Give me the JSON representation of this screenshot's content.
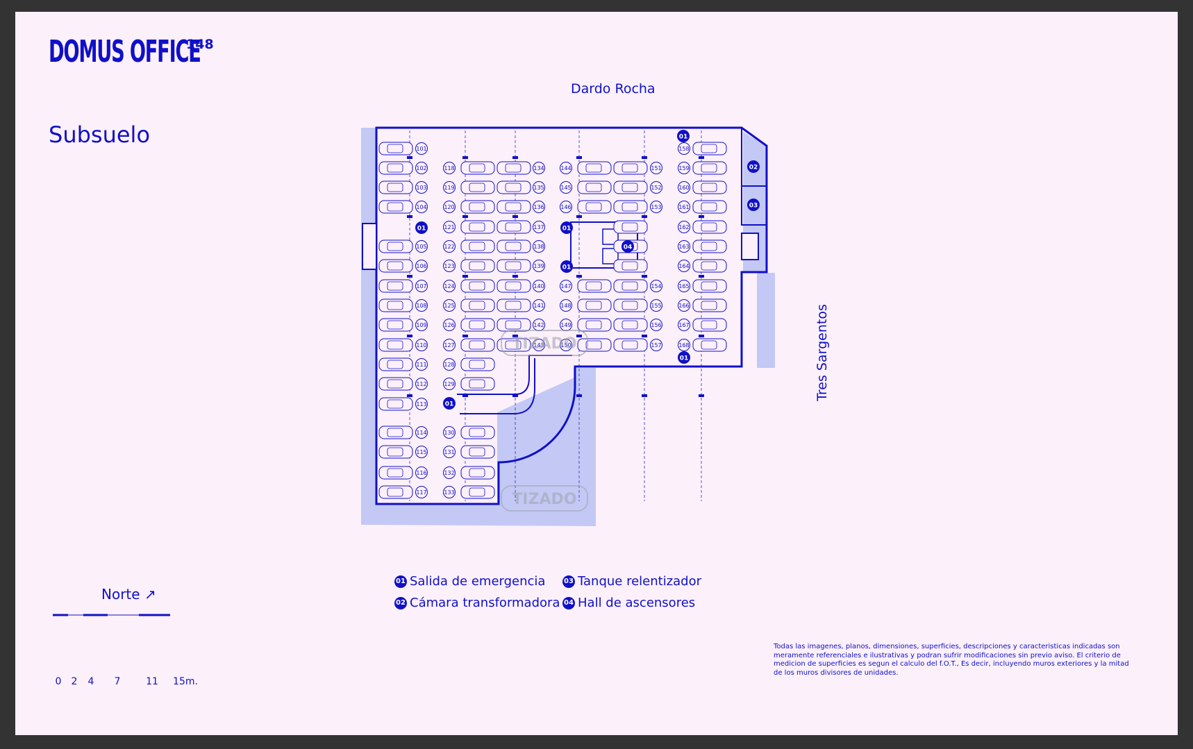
{
  "brand": {
    "name": "DOMUS OFFICE",
    "number": "148"
  },
  "level_title": "Subsuelo",
  "streets": {
    "top": "Dardo Rocha",
    "right": "Tres Sargentos"
  },
  "watermark": "TIZADO",
  "colors": {
    "primary": "#1010c8",
    "background": "#fcf0fa",
    "frame": "#333333",
    "fill": "#c3c9f4"
  },
  "plan_markers": {
    "01": "01",
    "02": "02",
    "03": "03",
    "04": "04"
  },
  "parking": {
    "col1": [
      "101",
      "102",
      "103",
      "104",
      "105",
      "106",
      "107",
      "108",
      "109",
      "110",
      "111",
      "112",
      "113",
      "114",
      "115",
      "116",
      "117"
    ],
    "col2a": [
      "118",
      "119",
      "120",
      "121",
      "122",
      "123",
      "124",
      "125",
      "126",
      "127",
      "128",
      "129"
    ],
    "col2b": [
      "130",
      "131",
      "132",
      "133"
    ],
    "col3": [
      "134",
      "135",
      "136",
      "137",
      "138",
      "139",
      "140",
      "141",
      "142",
      "143"
    ],
    "col4a": [
      "144",
      "145",
      "146"
    ],
    "col4b": [
      "147",
      "148",
      "149",
      "150"
    ],
    "col5a": [
      "151",
      "152",
      "153"
    ],
    "col5b": [
      "154",
      "155",
      "156",
      "157"
    ],
    "col6": [
      "158",
      "159",
      "160",
      "161",
      "162",
      "163",
      "164",
      "165",
      "166",
      "167",
      "168"
    ]
  },
  "legend": [
    {
      "num": "01",
      "label": "Salida de emergencia"
    },
    {
      "num": "02",
      "label": "Cámara transformadora"
    },
    {
      "num": "03",
      "label": "Tanque relentizador"
    },
    {
      "num": "04",
      "label": "Hall de ascensores"
    }
  ],
  "north": {
    "label": "Norte",
    "arrow": "↗"
  },
  "scale": {
    "labels": [
      "0",
      "2",
      "4",
      "7",
      "11",
      "15m."
    ]
  },
  "disclaimer": "Todas las imagenes, planos, dimensiones, superficies, descripciones y caracteristicas indicadas son meramente referenciales e ilustrativas y podran sufrir modificaciones sin previo aviso. El criterio de medicion de superficies es segun el calculo del f.O.T., Es decir, incluyendo muros exteriores y la mitad de los muros divisores de unidades."
}
